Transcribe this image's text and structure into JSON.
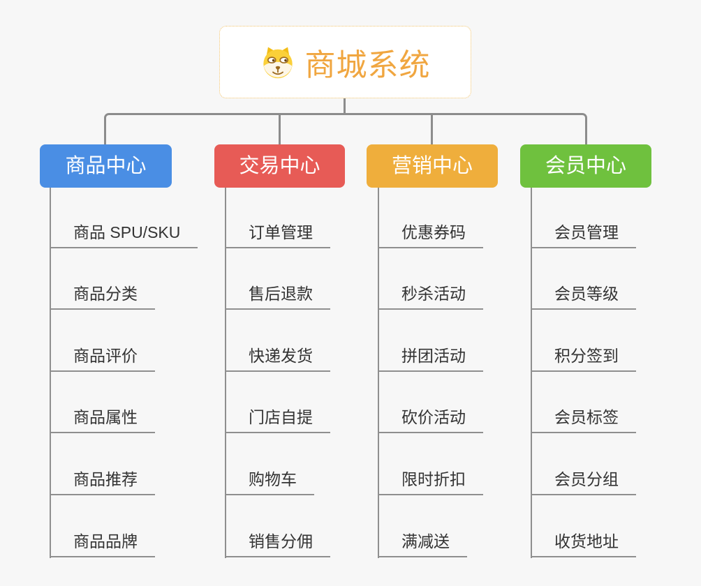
{
  "page": {
    "background_color": "#F7F7F7",
    "connector_color": "#8C8C8C",
    "leaf_line_color": "#8F8F8F",
    "leaf_text_color": "#333333"
  },
  "root": {
    "title": "商城系统",
    "icon": "dog-face",
    "title_color": "#F0A640",
    "border_color": "#F2C36B",
    "background_color": "#FFFFFF"
  },
  "tree": {
    "branches": [
      {
        "label": "商品中心",
        "color": "#4A8EE4",
        "text_color": "#FFFFFF",
        "children": [
          "商品 SPU/SKU",
          "商品分类",
          "商品评价",
          "商品属性",
          "商品推荐",
          "商品品牌"
        ]
      },
      {
        "label": "交易中心",
        "color": "#E75B56",
        "text_color": "#FFFFFF",
        "children": [
          "订单管理",
          "售后退款",
          "快递发货",
          "门店自提",
          "购物车",
          "销售分佣"
        ]
      },
      {
        "label": "营销中心",
        "color": "#EFAE3C",
        "text_color": "#FFFFFF",
        "children": [
          "优惠券码",
          "秒杀活动",
          "拼团活动",
          "砍价活动",
          "限时折扣",
          "满减送"
        ]
      },
      {
        "label": "会员中心",
        "color": "#6FC13E",
        "text_color": "#FFFFFF",
        "children": [
          "会员管理",
          "会员等级",
          "积分签到",
          "会员标签",
          "会员分组",
          "收货地址"
        ]
      }
    ]
  }
}
